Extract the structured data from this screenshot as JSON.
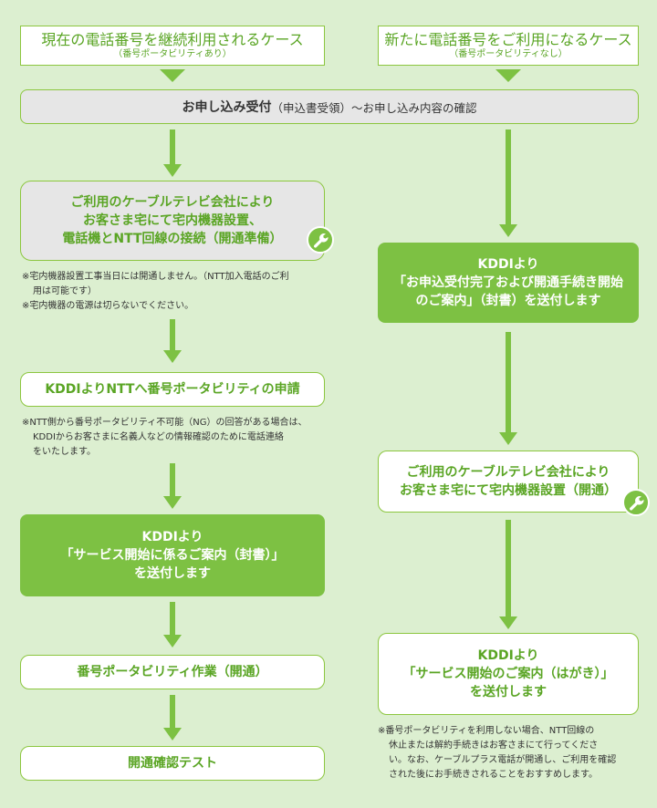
{
  "case_continue": {
    "title": "現在の電話番号を継続利用されるケース",
    "sub": "（番号ポータビリティあり）"
  },
  "case_new": {
    "title": "新たに電話番号をご利用になるケース",
    "sub": "（番号ポータビリティなし）"
  },
  "application": {
    "bold": "お申し込み受付",
    "rest": "（申込書受領）〜お申し込み内容の確認"
  },
  "left": {
    "install": [
      "ご利用のケーブルテレビ会社により",
      "お客さま宅にて宅内機器設置、",
      "電話機とNTT回線の接続（開通準備）"
    ],
    "install_notes": [
      "※宅内機器設置工事当日には開通しません。（NTT加入電話のご利",
      "用は可能です）",
      "※宅内機器の電源は切らないでください。"
    ],
    "apply": "KDDIよりNTTへ番号ポータビリティの申請",
    "apply_notes": [
      "※NTT側から番号ポータビリティ不可能（NG）の回答がある場合は、",
      "KDDIからお客さまに名義人などの情報確認のために電話連絡",
      "をいたします。"
    ],
    "letter": [
      "KDDIより",
      "「サービス開始に係るご案内（封書）」",
      "を送付します"
    ],
    "work": "番号ポータビリティ作業（開通）",
    "test": "開通確認テスト"
  },
  "right": {
    "letter": [
      "KDDIより",
      "「お申込受付完了および開通手続き開始",
      "のご案内」（封書）を送付します"
    ],
    "install": [
      "ご利用のケーブルテレビ会社により",
      "お客さま宅にて宅内機器設置（開通）"
    ],
    "postcard": [
      "KDDIより",
      "「サービス開始のご案内（はがき）」",
      "を送付します"
    ],
    "notes": [
      "※番号ポータビリティを利用しない場合、NTT回線の",
      "休止または解約手続きはお客さまにて行ってくださ",
      "い。なお、ケーブルプラス電話が開通し、ご利用を確認",
      "された後にお手続きされることをおすすめします。"
    ]
  },
  "icons": [
    "wrench-icon",
    "wrench-icon"
  ],
  "colors": {
    "accent": "#7dc143",
    "background": "#dcefd0",
    "text_green": "#5aa524"
  }
}
